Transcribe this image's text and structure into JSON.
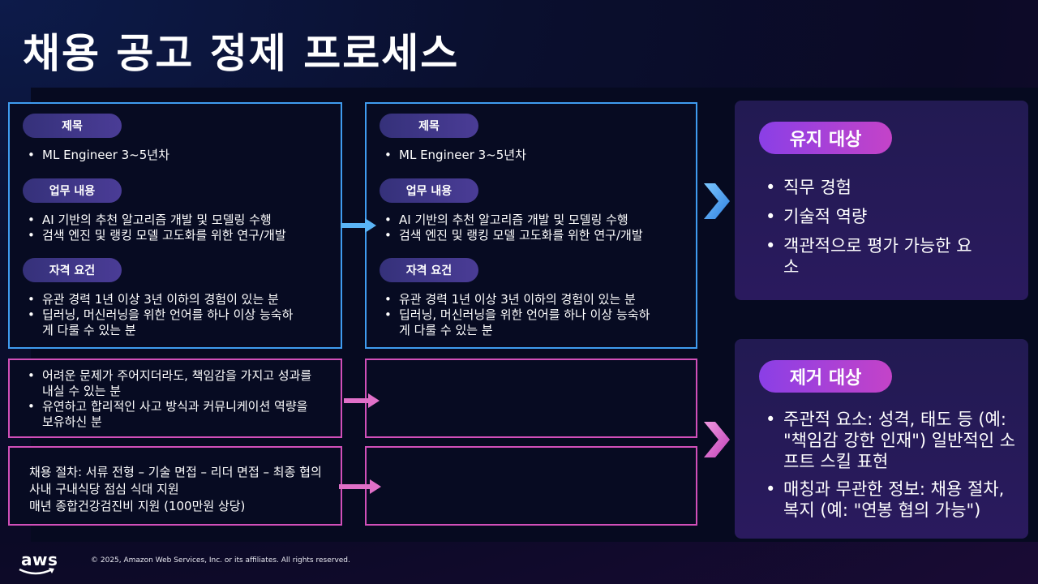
{
  "title": "채용 공고 정제 프로세스",
  "sections": {
    "title_label": "제목",
    "duties_label": "업무 내용",
    "qual_label": "자격 요건"
  },
  "original": {
    "title_item": "ML Engineer 3~5년차",
    "duties": [
      "AI 기반의 추천 알고리즘 개발 및 모델링 수행",
      "검색 엔진 및 랭킹 모델 고도화를 위한 연구/개발"
    ],
    "quals": [
      "유관 경력 1년 이상 3년 이하의 경험이 있는 분",
      "딥러닝, 머신러닝을 위한 언어를 하나 이상 능숙하게 다룰 수 있는 분"
    ],
    "soft": [
      "어려운 문제가 주어지더라도, 책임감을 가지고 성과를 내실 수 있는 분",
      "유연하고 합리적인 사고 방식과 커뮤니케이션 역량을 보유하신 분"
    ],
    "misc": [
      "채용 절차: 서류 전형 – 기술 면접 – 리더 면접 – 최종 협의",
      "사내 구내식당 점심 식대 지원",
      "매년 종합건강검진비 지원 (100만원 상당)"
    ]
  },
  "refined": {
    "title_item": "ML Engineer 3~5년차",
    "duties": [
      "AI 기반의 추천 알고리즘 개발 및 모델링 수행",
      "검색 엔진 및 랭킹 모델 고도화를 위한 연구/개발"
    ],
    "quals": [
      "유관 경력 1년 이상 3년 이하의 경험이 있는 분",
      "딥러닝, 머신러닝을 위한 언어를 하나 이상 능숙하게 다룰 수 있는 분"
    ]
  },
  "keep_panel": {
    "label": "유지 대상",
    "items": [
      "직무 경험",
      "기술적 역량",
      "객관적으로 평가 가능한 요소"
    ]
  },
  "remove_panel": {
    "label": "제거 대상",
    "items": [
      "주관적 요소: 성격, 태도 등 (예: \"책임감 강한 인재\") 일반적인 소프트 스킬 표현",
      "매칭과 무관한 정보: 채용 절차, 복지 (예: \"연봉 협의 가능\")"
    ]
  },
  "footer": {
    "logo": "aws",
    "copyright": "© 2025, Amazon Web Services, Inc. or its affiliates. All rights reserved."
  },
  "colors": {
    "blue_border": "#3f9cf0",
    "pink_border": "#d14fb9",
    "pill_purple": "#4a3c96",
    "accent_gradient": "#c443c8"
  },
  "icons": [
    "arrow-right-icon",
    "chevron-right-icon"
  ]
}
